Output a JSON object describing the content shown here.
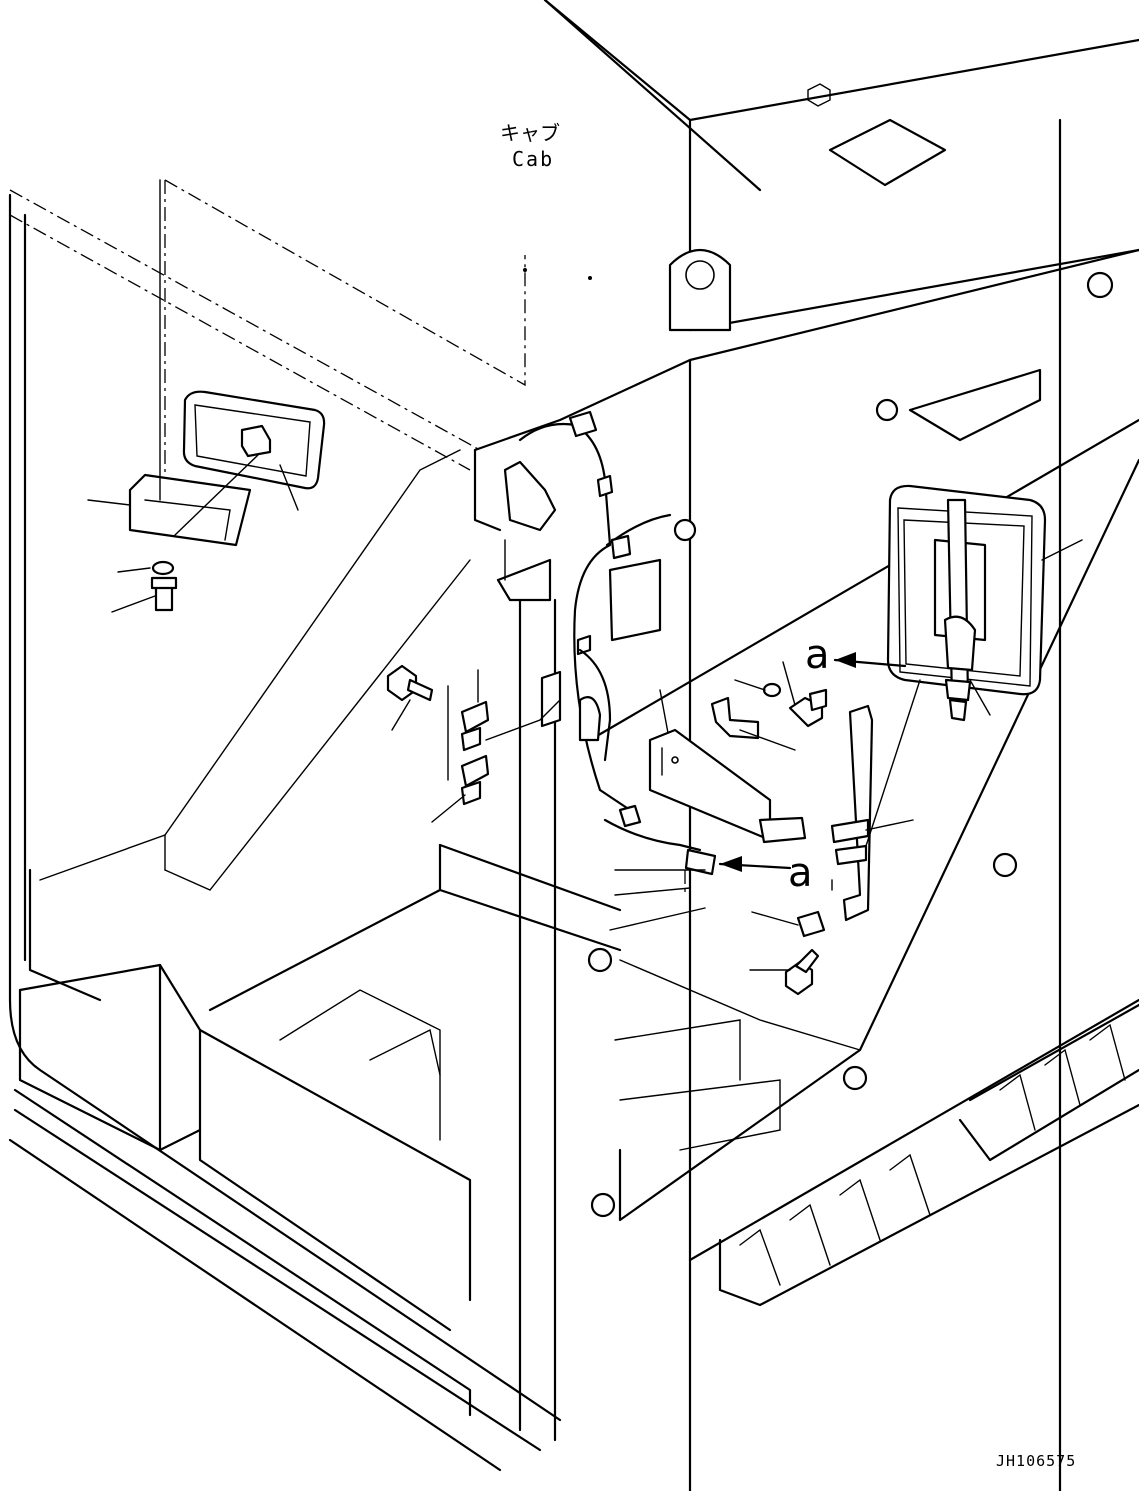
{
  "labels": {
    "cab_jp": "キャブ",
    "cab_en": "Cab",
    "ref_a_upper": "a",
    "ref_a_lower": "a",
    "drawing_code": "JH106575"
  }
}
